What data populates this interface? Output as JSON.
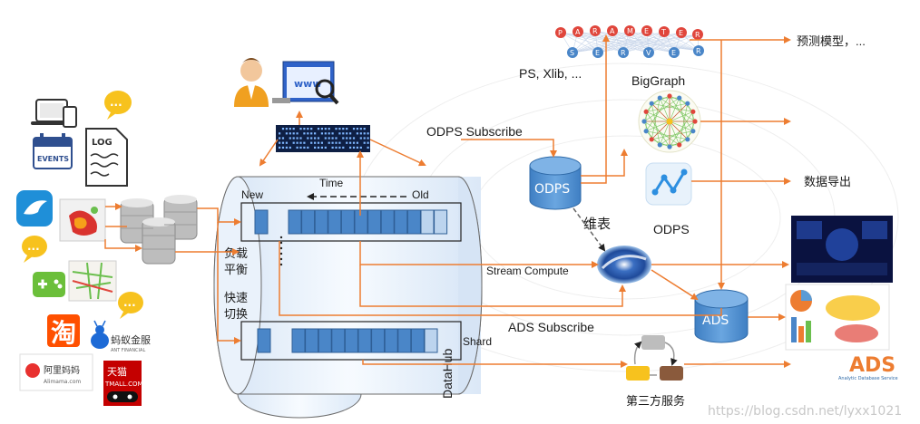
{
  "labels": {
    "ps_xlib": "PS, Xlib, ...",
    "biggraph": "BigGraph",
    "odps_subscribe": "ODPS Subscribe",
    "odps_cylinder": "ODPS",
    "odps_app": "ODPS",
    "weibiao": "维表",
    "stream_compute": "Stream Compute",
    "ads_subscribe": "ADS Subscribe",
    "ads_cylinder": "ADS",
    "predict_model": "预测模型，...",
    "data_export": "数据导出",
    "third_party": "第三方服务",
    "time": "Time",
    "new": "New",
    "old": "Old",
    "load_balance_1": "负载",
    "load_balance_2": "平衡",
    "fast_switch_1": "快速",
    "fast_switch_2": "切换",
    "shard": "Shard",
    "datahub": "DataHub",
    "events": "EVENTS",
    "log": "LOG",
    "www": "www",
    "ellipsis": "...",
    "taobao": "淘",
    "ant_financial": "蚂蚁金服",
    "ant_financial_en": "ANT FINANCIAL",
    "alimama": "阿里妈妈",
    "alimama_en": "Alimama.com",
    "tmall": "天猫",
    "tmall_en": "TMALL.COM",
    "ads_logo": "ADS",
    "ads_logo_sub": "Analytic Database Service",
    "watermark": "https://blog.csdn.net/lyxx1021"
  },
  "parameter_letters": [
    "P",
    "A",
    "R",
    "A",
    "M",
    "E",
    "T",
    "E",
    "R"
  ],
  "server_letters": [
    "S",
    "E",
    "R",
    "V",
    "E",
    "R"
  ],
  "colors": {
    "arrow": "#ed7d31",
    "cylinder": "#5b9bd5",
    "cell": "#4a86c8",
    "cell_light": "#bcd4ee",
    "node_red": "#e0463c",
    "node_blue": "#4a86c8"
  },
  "icons": [
    "tablet-phone-icon",
    "events-calendar-icon",
    "log-document-icon",
    "chat-bubble-icon",
    "bird-app-icon",
    "heatmap-icon",
    "gamepad-icon",
    "traffic-map-icon",
    "database-servers-icon",
    "user-computer-icon",
    "data-matrix-icon",
    "graph-network-icon",
    "odps-app-icon",
    "stream-compute-icon",
    "dashboard-screenshot-icon",
    "chart-report-icon"
  ]
}
